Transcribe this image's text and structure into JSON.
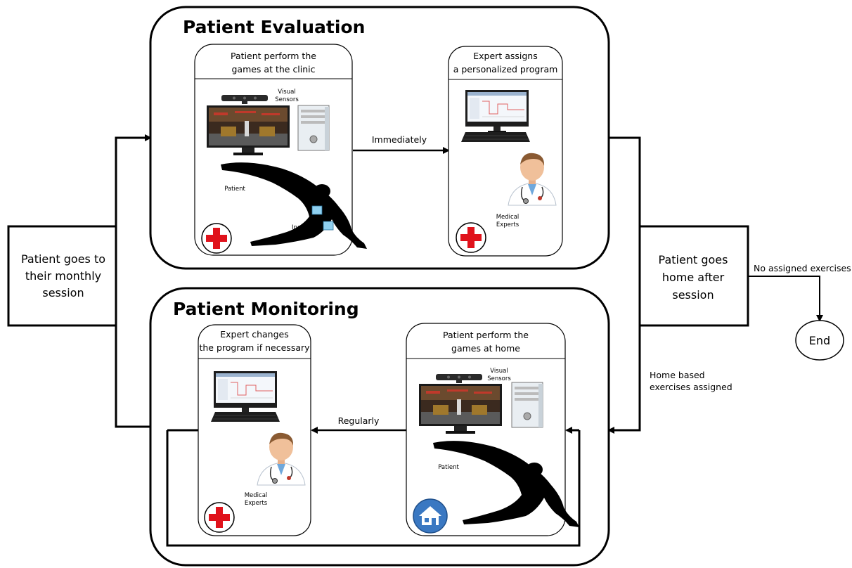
{
  "sections": {
    "evaluation_title": "Patient Evaluation",
    "monitoring_title": "Patient Monitoring"
  },
  "cards": {
    "clinic_games": {
      "line1": "Patient perform the",
      "line2": "games at the clinic"
    },
    "expert_assigns": {
      "line1": "Expert assigns",
      "line2": "a personalized program"
    },
    "expert_changes": {
      "line1": "Expert changes",
      "line2": "the program if necessary"
    },
    "home_games": {
      "line1": "Patient perform the",
      "line2": "games at home"
    }
  },
  "labels": {
    "visual_sensors_1": "Visual",
    "visual_sensors_2": "Sensors",
    "patient": "Patient",
    "inertial_1": "Inertial",
    "inertial_2": "Sensors",
    "medical_1": "Medical",
    "medical_2": "Experts"
  },
  "arrows": {
    "immediately": "Immediately",
    "regularly": "Regularly",
    "no_assigned": "No assigned exercises",
    "home_based_1": "Home based",
    "home_based_2": "exercises assigned"
  },
  "side_boxes": {
    "left": {
      "line1": "Patient goes to",
      "line2": "their monthly",
      "line3": "session"
    },
    "right": {
      "line1": "Patient goes",
      "line2": "home after",
      "line3": "session"
    }
  },
  "end_node": "End",
  "colors": {
    "stroke": "#000000",
    "red_cross": "#e0121b",
    "home_badge": "#3a78c2",
    "screen_red": "#c0392b",
    "silhouette": "#000000",
    "sensor_blue": "#8fd0f0"
  },
  "icons": [
    "red-cross-icon",
    "home-icon",
    "computer-icon",
    "doctor-icon",
    "patient-silhouette-icon",
    "kinect-sensor-icon"
  ]
}
